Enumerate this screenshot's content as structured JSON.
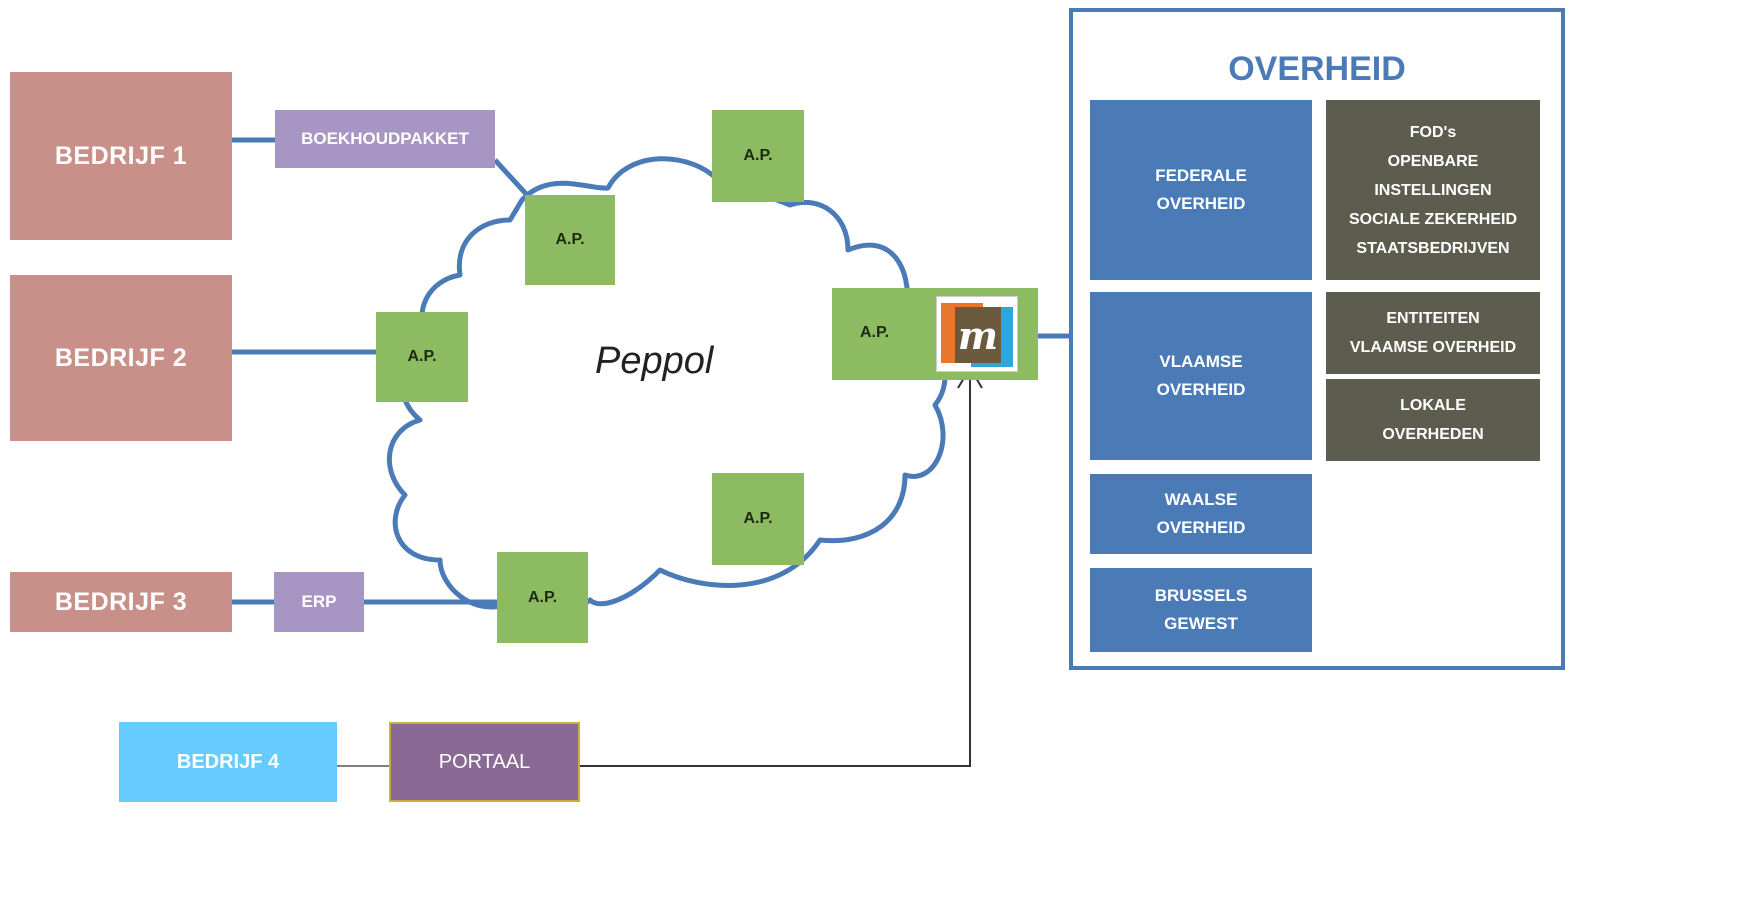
{
  "cloud_label": "Peppol",
  "companies": {
    "b1": "BEDRIJF 1",
    "b2": "BEDRIJF 2",
    "b3": "BEDRIJF 3",
    "b4": "BEDRIJF 4"
  },
  "tools": {
    "boekhoud": "BOEKHOUDPAKKET",
    "erp": "ERP",
    "portaal": "PORTAAL"
  },
  "access_points": {
    "label": "A.P."
  },
  "logo": {
    "letter": "m"
  },
  "government": {
    "title": "OVERHEID",
    "federale": "FEDERALE\nOVERHEID",
    "vlaamse": "VLAAMSE\nOVERHEID",
    "waalse": "WAALSE\nOVERHEID",
    "brussels": "BRUSSELS\nGEWEST",
    "fods": "FOD's\nOPENBARE\nINSTELLINGEN\nSOCIALE ZEKERHEID\nSTAATSBEDRIJVEN",
    "entiteiten": "ENTITEITEN\nVLAAMSE OVERHEID",
    "lokale": "LOKALE\nOVERHEDEN"
  },
  "colors": {
    "company": "#c98f89",
    "tool": "#a796c4",
    "access_point": "#8dbb62",
    "gov_blue": "#4a7bb7",
    "gov_dark": "#5d5d4f",
    "bedrijf4": "#66ccff",
    "portaal": "#8a6a94"
  }
}
